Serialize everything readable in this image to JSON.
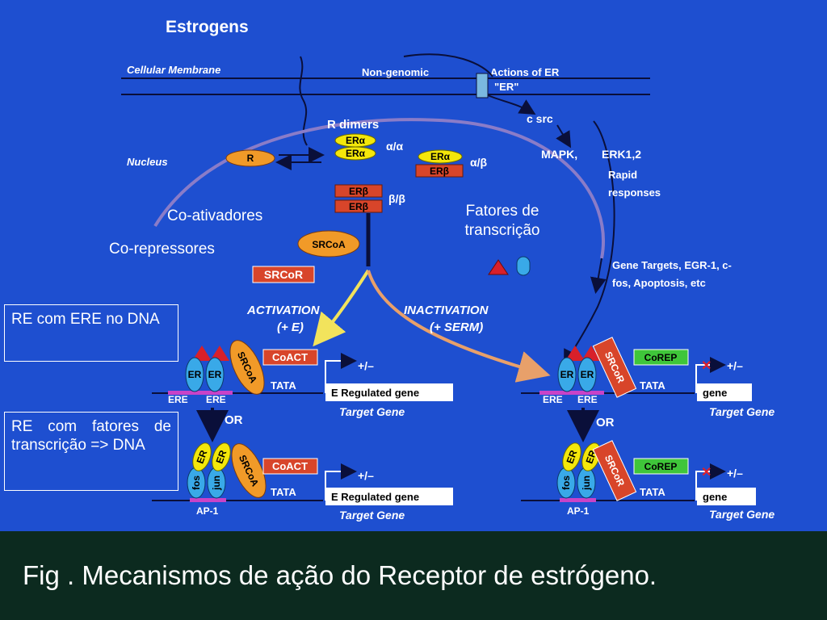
{
  "diagram": {
    "title": "Estrogens",
    "membrane": "Cellular Membrane",
    "non_genomic": "Non-genomic",
    "actions_of_er": "Actions of ER",
    "er_quoted": "\"ER\"",
    "nucleus": "Nucleus",
    "r_dimers": "R dimers",
    "receptor": "R",
    "er_alpha": "ERα",
    "er_beta": "ERβ",
    "dimer_aa": "α/α",
    "dimer_ab": "α/β",
    "dimer_bb": "β/β",
    "c_src": "c src",
    "mapk": "MAPK,",
    "erk": "ERK1,2",
    "rapid": "Rapid",
    "responses": "responses",
    "gene_targets_line1": "Gene Targets, EGR-1, c-",
    "gene_targets_line2": "fos, Apoptosis, etc",
    "srcoa": "SRCoA",
    "srcor": "SRCoR",
    "activation": "ACTIVATION",
    "activation_sub": "(+ E)",
    "inactivation": "INACTIVATION",
    "inactivation_sub": "(+ SERM)",
    "er": "ER",
    "coact": "CoACT",
    "corep": "CoREP",
    "tata": "TATA",
    "plus_minus": "+/–",
    "ere": "ERE",
    "e_regulated_gene": "E  Regulated gene",
    "gene": "gene",
    "target_gene": "Target Gene",
    "or": "OR",
    "fos": "fos",
    "jun": "jun",
    "ap1": "AP-1"
  },
  "overlay": {
    "co_ativadores": "Co-ativadores",
    "co_repressores": "Co-repressores",
    "fatores_line1": "Fatores de",
    "fatores_line2": "transcrição"
  },
  "boxes": {
    "re_ere": "RE com ERE no DNA",
    "re_fatores": "RE com fatores de transcrição => DNA"
  },
  "caption": "Fig . Mecanismos de ação do Receptor de estrógeno.",
  "colors": {
    "background": "#1e4fd0",
    "footer": "#0c2a1f",
    "er_alpha_fill": "#f4e70a",
    "er_beta_fill": "#d8452a",
    "srcoa_fill": "#f19a28",
    "coact_fill": "#d8452a",
    "corep_fill": "#3fc63a",
    "fos_jun_fill": "#39a9e8",
    "activation_arrow": "#f2e35c",
    "inactivation_arrow": "#e8a06a"
  }
}
